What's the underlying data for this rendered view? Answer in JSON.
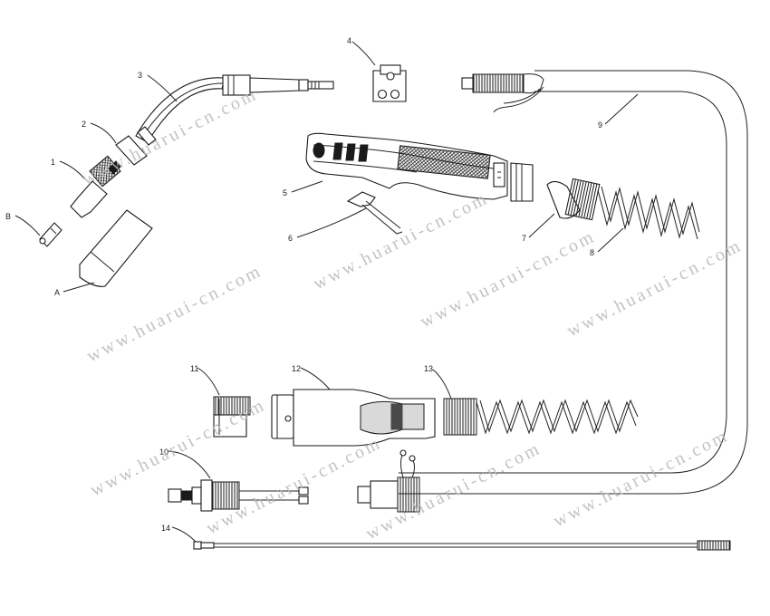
{
  "diagram": {
    "labels": {
      "p1": "1",
      "p2": "2",
      "p3": "3",
      "p4": "4",
      "p5": "5",
      "p6": "6",
      "p7": "7",
      "p8": "8",
      "p9": "9",
      "p10": "10",
      "p11": "11",
      "p12": "12",
      "p13": "13",
      "p14": "14",
      "pA": "A",
      "pB": "B"
    },
    "watermark": "www.huarui-cn.com"
  }
}
